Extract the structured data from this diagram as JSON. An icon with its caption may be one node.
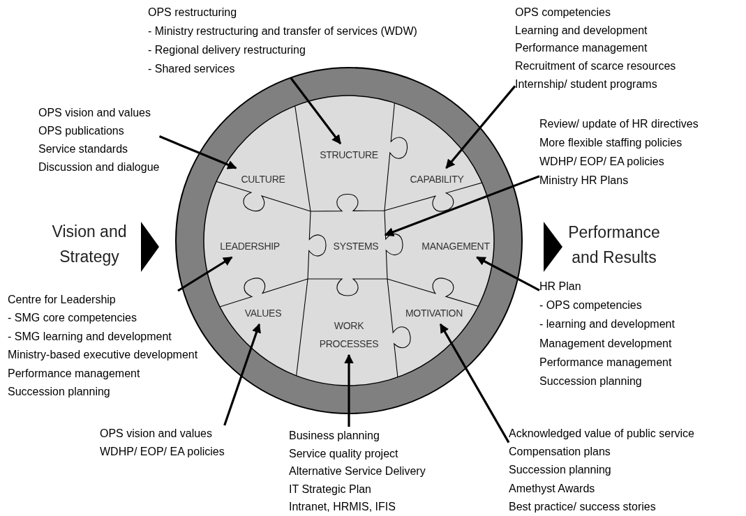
{
  "diagram": {
    "nodes": [
      {
        "text": [],
        "shape": "circle"
      },
      {
        "text": [
          "CULTURE"
        ],
        "in": 0
      },
      {
        "text": [
          "STRUCTURE"
        ],
        "in": 0
      },
      {
        "text": [
          "CAPABILITY"
        ],
        "in": 0
      },
      {
        "text": [
          "LEADERSHIP"
        ],
        "in": 0
      },
      {
        "text": [
          "SYSTEMS"
        ],
        "in": 0
      },
      {
        "text": [
          "MANAGEMENT"
        ],
        "in": 0
      },
      {
        "text": [
          "VALUES"
        ],
        "in": 0
      },
      {
        "text": [
          "WORK PROCESSES"
        ],
        "in": 0
      },
      {
        "text": [
          "MOTIVATION"
        ],
        "in": 0
      },
      {
        "text": [
          "OPS restructuring",
          "- Ministry restructuring and transfer of services (WDW)",
          "- Regional delivery restructuring",
          "- Shared services"
        ]
      },
      {
        "text": [
          "OPS competencies",
          "Learning and development",
          "Performance management",
          "Recruitment of scarce resources",
          "Internship/ student programs"
        ]
      },
      {
        "text": [
          "OPS vision and values",
          "OPS publications",
          "Service standards",
          "Discussion and dialogue"
        ]
      },
      {
        "text": [
          "Review/ update of HR directives",
          "More flexible staffing policies",
          "WDHP/ EOP/ EA policies",
          "Ministry HR Plans"
        ]
      },
      {
        "text": [
          "Centre for Leadership",
          "- SMG core competencies",
          "- SMG learning and development",
          "Ministry-based executive development",
          "Performance management",
          "Succession planning"
        ]
      },
      {
        "text": [
          "HR Plan",
          "- OPS competencies",
          "- learning and development",
          "Management development",
          "Performance management",
          "Succession planning"
        ]
      },
      {
        "text": [
          "OPS vision and values",
          "WDHP/ EOP/ EA policies"
        ]
      },
      {
        "text": [
          "Business planning",
          "Service quality project",
          "Alternative Service Delivery",
          "IT Strategic Plan",
          "Intranet, HRMIS, IFIS"
        ]
      },
      {
        "text": [
          "Acknowledged value of public service",
          "Compensation plans",
          "Succession planning",
          "Amethyst Awards",
          "Best practice/ success stories"
        ]
      }
    ],
    "edges": [
      {
        "from": 10,
        "to": 2,
        "arrow": "to"
      },
      {
        "from": 11,
        "to": 3,
        "arrow": "to"
      },
      {
        "from": 12,
        "to": 1,
        "arrow": "to"
      },
      {
        "from": 13,
        "to": 5,
        "arrow": "to"
      },
      {
        "from": 14,
        "to": 4,
        "arrow": "to"
      },
      {
        "from": 15,
        "to": 6,
        "arrow": "to"
      },
      {
        "from": 16,
        "to": 7,
        "arrow": "to"
      },
      {
        "from": 17,
        "to": 8,
        "arrow": "to"
      },
      {
        "from": 18,
        "to": 9,
        "arrow": "to"
      }
    ],
    "labels": [
      "Vision and Strategy",
      "Performance and Results"
    ]
  }
}
